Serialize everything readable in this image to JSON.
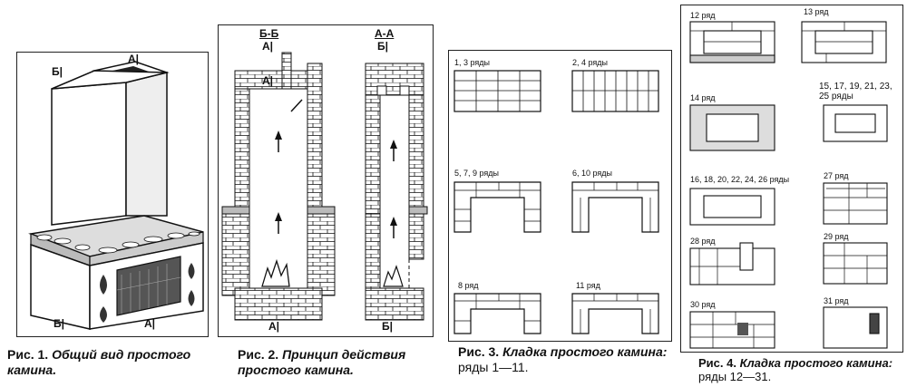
{
  "fig1": {
    "caption_num": "Рис. 1.",
    "caption_title": "Общий вид простого камина.",
    "labels": {
      "b_top": "Б|",
      "a_top": "А|",
      "b_bottom": "Б|",
      "a_bottom": "А|"
    }
  },
  "fig2": {
    "caption_num": "Рис. 2.",
    "caption_title": "Принцип действия простого камина.",
    "section_bb": "Б-Б",
    "section_aa": "А-А",
    "labels": {
      "a_top": "А|",
      "b_top": "Б|",
      "a_mid": "А|",
      "a_bottom": "А|",
      "b_bottom": "Б|"
    }
  },
  "fig3": {
    "caption_num": "Рис. 3.",
    "caption_title": "Кладка простого камина:",
    "caption_rest": "ряды 1—11.",
    "rows": [
      "1, 3 ряды",
      "2, 4 ряды",
      "5, 7, 9 ряды",
      "6, 10 ряды",
      "8 ряд",
      "11 ряд"
    ]
  },
  "fig4": {
    "caption_num": "Рис. 4.",
    "caption_title": "Кладка простого камина:",
    "caption_rest": "ряды 12—31.",
    "rows": [
      "12 ряд",
      "13 ряд",
      "14 ряд",
      "15, 17, 19, 21, 23, 25 ряды",
      "16, 18, 20, 22, 24, 26 ряды",
      "27 ряд",
      "28 ряд",
      "29 ряд",
      "30 ряд",
      "31 ряд"
    ]
  }
}
